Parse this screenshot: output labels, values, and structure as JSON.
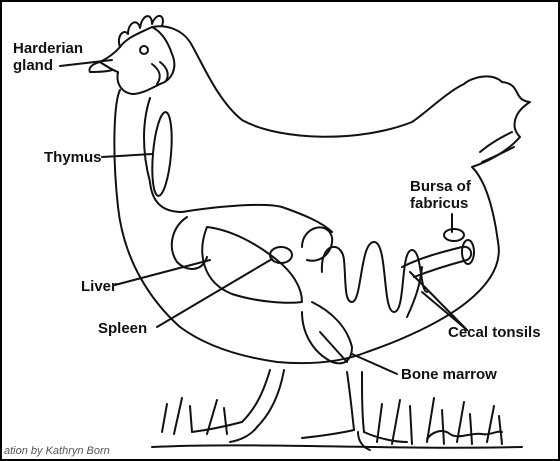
{
  "labels": {
    "harderian_gland_line1": "Harderian",
    "harderian_gland_line2": "gland",
    "thymus": "Thymus",
    "bursa_line1": "Bursa of",
    "bursa_line2": "fabricus",
    "liver": "Liver",
    "spleen": "Spleen",
    "cecal_tonsils": "Cecal tonsils",
    "bone_marrow": "Bone marrow"
  },
  "credit": "ation by Kathryn Born",
  "signature": "Born",
  "colors": {
    "ink": "#111111",
    "background": "#ffffff"
  }
}
